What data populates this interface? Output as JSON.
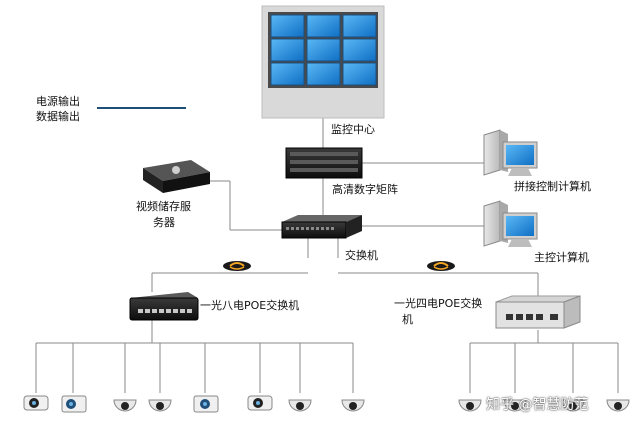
{
  "labels": {
    "power_output": "电源输出",
    "data_output": "数据输出",
    "monitor_center": "监控中心",
    "hd_matrix": "高清数字矩阵",
    "storage_server_line1": "视频储存服",
    "storage_server_line2": "务器",
    "splice_pc": "拼接控制计算机",
    "switch": "交换机",
    "main_pc": "主控计算机",
    "poe8": "一光八电POE交换机",
    "poe4_line1": "一光四电POE交换",
    "poe4_line2": "机"
  },
  "watermark": "知乎 @智慧防范",
  "colors": {
    "line": "#8a8a8a",
    "data_line": "#1f4e79",
    "screen": "#1a8fe0",
    "wall_bg": "#d9d9d9"
  },
  "icons": {
    "video_wall": "video-wall-icon",
    "matrix": "matrix-device-icon",
    "storage": "storage-server-icon",
    "switch": "network-switch-icon",
    "pc": "computer-icon",
    "poe8": "poe-switch-8-icon",
    "poe4": "poe-switch-4-icon",
    "fiber": "fiber-link-icon",
    "camera": "camera-icon"
  }
}
